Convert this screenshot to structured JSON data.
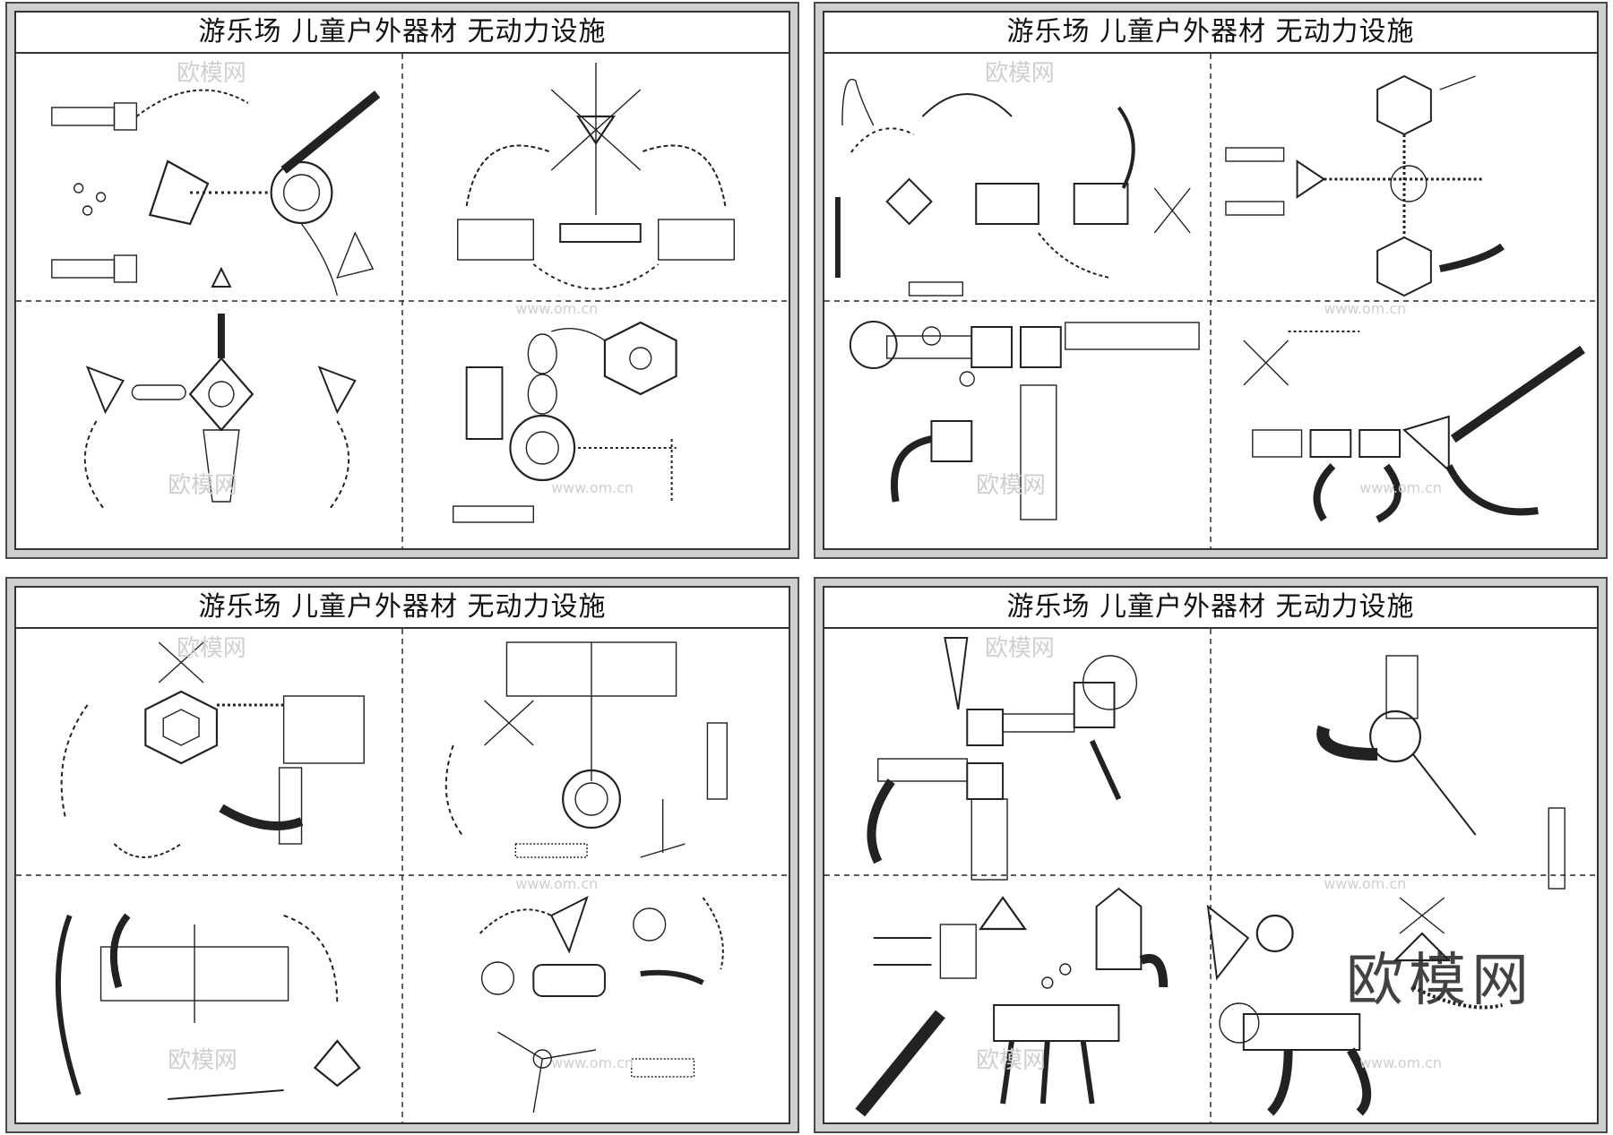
{
  "sheets": [
    {
      "title": "游乐场  儿童户外器材  无动力设施",
      "watermarks": [
        "欧模网",
        "www.om.cn",
        "欧模网",
        "www.om.cn"
      ]
    },
    {
      "title": "游乐场  儿童户外器材  无动力设施",
      "watermarks": [
        "欧模网",
        "www.om.cn",
        "欧模网",
        "www.om.cn"
      ]
    },
    {
      "title": "游乐场  儿童户外器材  无动力设施",
      "watermarks": [
        "欧模网",
        "www.om.cn",
        "欧模网",
        "www.om.cn"
      ]
    },
    {
      "title": "游乐场  儿童户外器材  无动力设施",
      "watermarks": [
        "欧模网",
        "www.om.cn",
        "欧模网",
        "www.om.cn"
      ]
    }
  ],
  "brand_watermark": "欧模网",
  "colors": {
    "line": "#222222",
    "frame": "#4a4a4a",
    "background": "#ffffff",
    "watermark": "#cfcfcf"
  }
}
